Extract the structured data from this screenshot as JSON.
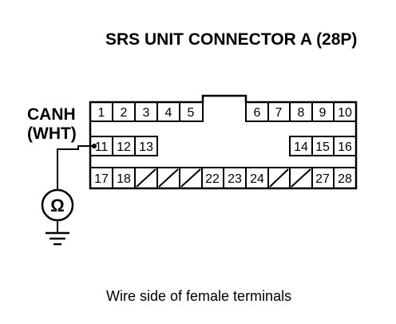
{
  "title": "SRS UNIT CONNECTOR A (28P)",
  "wire": {
    "signal": "CANH",
    "color": "(WHT)"
  },
  "meter": {
    "symbol": "Ω",
    "icon": "ohmmeter-icon"
  },
  "caption": "Wire side of female terminals",
  "connector": {
    "row1": [
      "1",
      "2",
      "3",
      "4",
      "5",
      "6",
      "7",
      "8",
      "9",
      "10"
    ],
    "row2": [
      "11",
      "12",
      "13",
      "14",
      "15",
      "16"
    ],
    "row3": [
      "17",
      "18",
      "22",
      "23",
      "24",
      "27",
      "28"
    ]
  }
}
